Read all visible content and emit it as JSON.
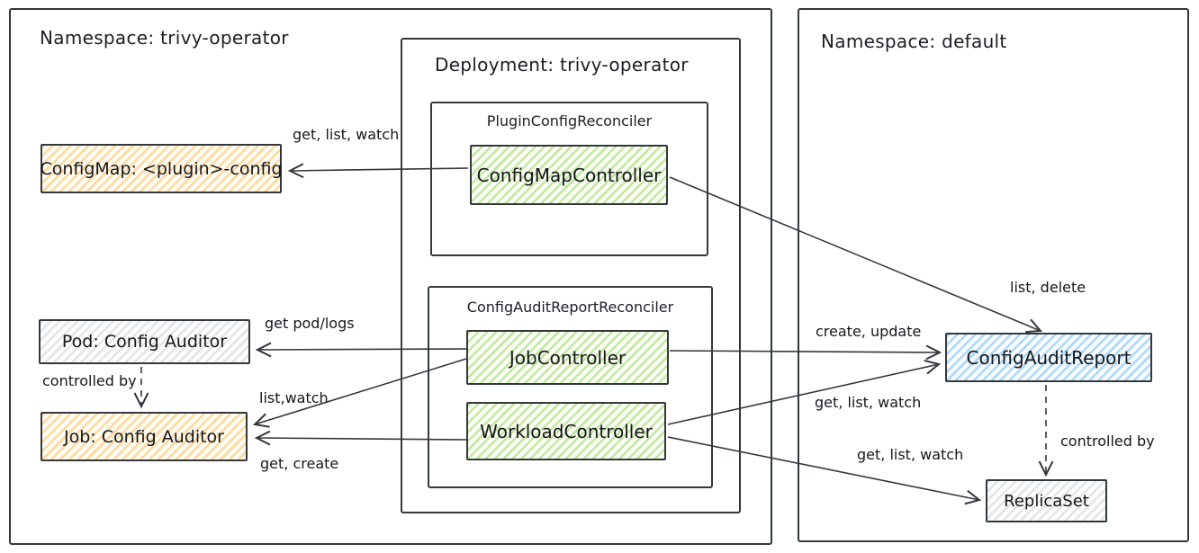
{
  "diagram": {
    "left_namespace": {
      "title": "Namespace: trivy-operator"
    },
    "right_namespace": {
      "title": "Namespace: default"
    },
    "deployment": {
      "title": "Deployment: trivy-operator"
    },
    "plugin_config_reconciler": {
      "title": "PluginConfigReconciler",
      "controller": "ConfigMapController"
    },
    "config_audit_report_reconciler": {
      "title": "ConfigAuditReportReconciler",
      "job_controller": "JobController",
      "workload_controller": "WorkloadController"
    },
    "nodes": {
      "configmap": "ConfigMap: <plugin>-config",
      "pod": "Pod: Config Auditor",
      "job": "Job: Config Auditor",
      "config_audit_report": "ConfigAuditReport",
      "replicaset": "ReplicaSet"
    },
    "edge_labels": {
      "get_list_watch_configmap": "get, list, watch",
      "list_delete": "list, delete",
      "get_pod_logs": "get pod/logs",
      "controlled_by_left": "controlled by",
      "list_watch": "list,watch",
      "get_create": "get, create",
      "create_update": "create, update",
      "get_list_watch_car": "get, list, watch",
      "controlled_by_right": "controlled by",
      "get_list_watch_rs": "get, list, watch"
    },
    "colors": {
      "stroke": "#33383d",
      "orange": "#fed9a0",
      "green": "#c4e7a3",
      "blue": "#aed8f8",
      "gray": "#e3e6e9"
    }
  }
}
